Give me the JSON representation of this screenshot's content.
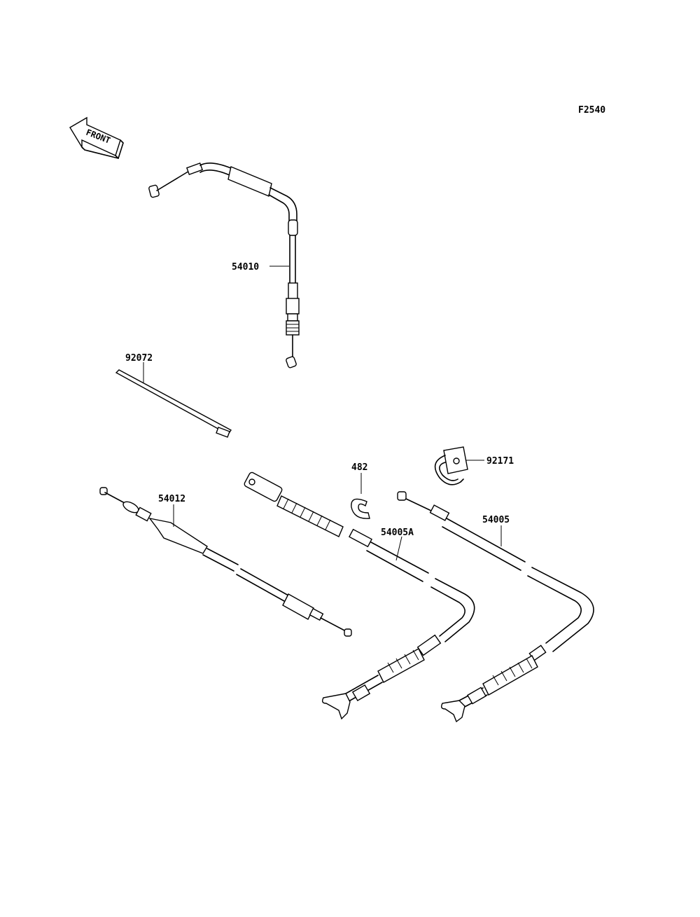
{
  "figure_code": "F2540",
  "front_label": "FRONT",
  "parts": [
    {
      "id": "p54010",
      "number": "54010"
    },
    {
      "id": "p92072",
      "number": "92072"
    },
    {
      "id": "p92171",
      "number": "92171"
    },
    {
      "id": "p482",
      "number": "482"
    },
    {
      "id": "p54012",
      "number": "54012"
    },
    {
      "id": "p54005A",
      "number": "54005A"
    },
    {
      "id": "p54005",
      "number": "54005"
    }
  ]
}
